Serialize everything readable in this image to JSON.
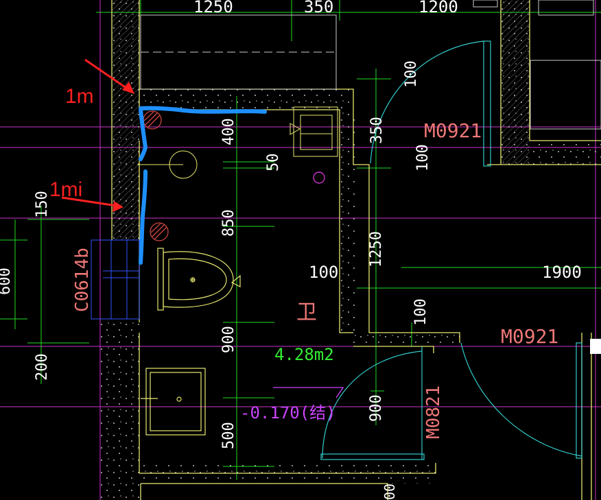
{
  "colors": {
    "background": "#000000",
    "wall_outline": "#e8e870",
    "dimension_line": "#22dd22",
    "axis_line": "#cc33cc",
    "dimension_text": "#ffffff",
    "label_text": "#ee7777",
    "room_text": "#33ee33",
    "level_text": "#cc44ff",
    "door_arc": "#33cccc",
    "hatch": "#cc4444",
    "annotation_arrow": "#ff2020",
    "markup_stroke": "#1e8fff",
    "fixture": "#e8e870"
  },
  "dimensions": {
    "top_left": "1250",
    "top_mid": "350",
    "top_right": "1200",
    "d400": "400",
    "d50": "50",
    "d850": "850",
    "d900": "900",
    "d500": "500",
    "d150": "150",
    "d200": "200",
    "d600": "600",
    "d350": "350",
    "d100a": "100",
    "d100b": "100",
    "d100c": "100",
    "d100d": "100",
    "d1250": "1250",
    "d1900": "1900",
    "d900b": "900",
    "d00": "00"
  },
  "labels": {
    "door_top": "M0921",
    "door_right": "M0921",
    "door_bottom": "M0821",
    "window": "C0614b",
    "room_symbol": "卫",
    "area": "4.28m2",
    "level": "-0.170(结)"
  },
  "annotations": {
    "arrow1": "1m",
    "arrow2": "1mi"
  },
  "markup": {
    "description": "freehand blue pen marks along the bathroom's top and left walls"
  }
}
